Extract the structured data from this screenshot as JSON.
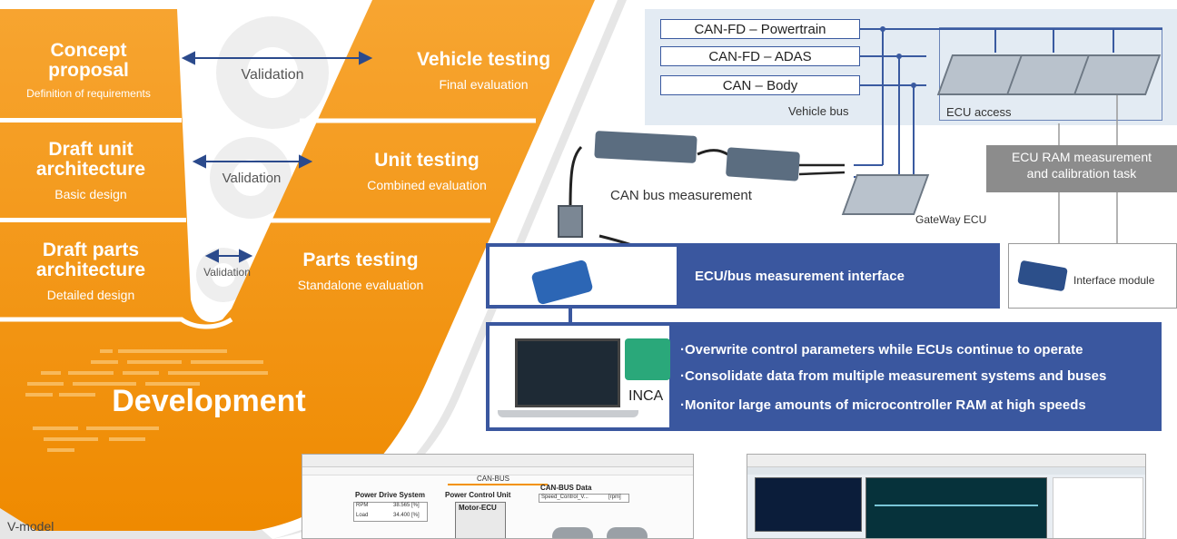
{
  "v_model": {
    "left_stages": [
      {
        "title_lines": [
          "Concept",
          "proposal"
        ],
        "subtitle": "Definition of requirements"
      },
      {
        "title_lines": [
          "Draft unit",
          "architecture"
        ],
        "subtitle": "Basic design"
      },
      {
        "title_lines": [
          "Draft parts",
          "architecture"
        ],
        "subtitle": "Detailed design"
      }
    ],
    "right_stages": [
      {
        "title": "Vehicle testing",
        "subtitle": "Final evaluation"
      },
      {
        "title": "Unit testing",
        "subtitle": "Combined evaluation"
      },
      {
        "title": "Parts testing",
        "subtitle": "Standalone evaluation"
      }
    ],
    "validation_labels": [
      "Validation",
      "Validation",
      "Validation"
    ],
    "bottom_label": "Development",
    "caption": "V-model",
    "colors": {
      "orange": "#f39200",
      "orange_light": "#f7a531",
      "validation_arrow": "#2b4a8c"
    }
  },
  "network": {
    "bus_labels": [
      "CAN-FD – Powertrain",
      "CAN-FD – ADAS",
      "CAN – Body"
    ],
    "vehicle_bus_label": "Vehicle bus",
    "ecu_access_label": "ECU access",
    "ecu_ram_task": [
      "ECU RAM measurement",
      "and calibration task"
    ],
    "can_bus_measurement": "CAN bus measurement",
    "gateway_ecu": "GateWay ECU",
    "measurement_interface": "ECU/bus measurement interface",
    "interface_module": "Interface module",
    "inca_label": "INCA",
    "inca_features": [
      "·Overwrite control parameters while ECUs continue to operate",
      "·Consolidate data from multiple measurement systems and buses",
      "·Monitor large amounts of microcontroller RAM at high speeds"
    ],
    "colors": {
      "panel_blue": "#3a579f",
      "light_blue_bg": "#e3ebf3",
      "line_blue": "#3a5aa0",
      "grey_box": "#8c8c8c"
    }
  },
  "screenshots": {
    "left": {
      "can_bus": "CAN-BUS",
      "power_drive_system": "Power Drive System",
      "power_control_unit": "Power Control Unit",
      "motor_ecu": "Motor-ECU",
      "can_bus_data": "CAN-BUS Data",
      "row1_label": "RPM",
      "row1_value": "38.565 [%]",
      "row2_label": "Load",
      "row2_value": "34.400 [%]",
      "data_row_label": "Speed_Control_V...",
      "data_row_unit": "[rpm]"
    }
  }
}
